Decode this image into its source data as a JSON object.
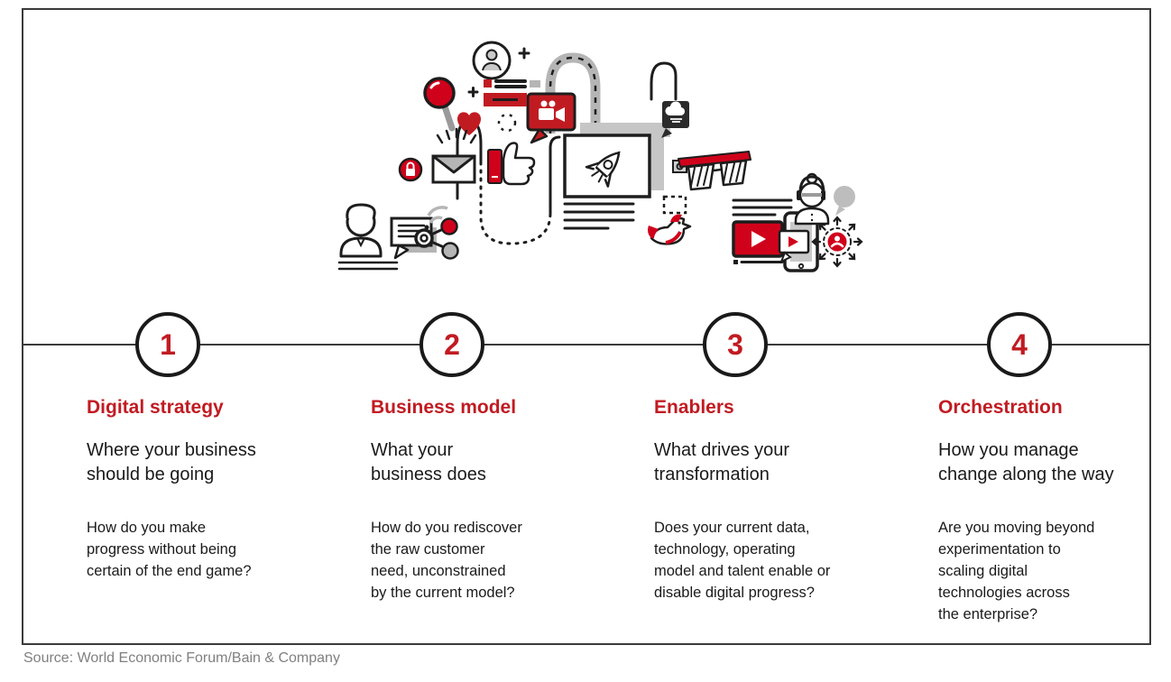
{
  "colors": {
    "accent_red": "#c11b22",
    "ink": "#1a1a1a",
    "frame_line": "#3a3a3a",
    "muted_gray": "#808080",
    "fill_gray": "#b5b5b5"
  },
  "steps": [
    {
      "number": "1",
      "title": "Digital strategy",
      "subtitle": "Where your business\nshould be going",
      "question": "How do you make\nprogress without being\ncertain of the end game?"
    },
    {
      "number": "2",
      "title": "Business model",
      "subtitle": "What your\nbusiness does",
      "question": "How do you rediscover\nthe raw customer\nneed, unconstrained\nby the current model?"
    },
    {
      "number": "3",
      "title": "Enablers",
      "subtitle": "What drives your\ntransformation",
      "question": "Does your current data,\ntechnology, operating\nmodel and talent enable or\ndisable digital progress?"
    },
    {
      "number": "4",
      "title": "Orchestration",
      "subtitle": "How you manage\nchange along the way",
      "question": "Are you moving beyond\nexperimentation to\nscaling digital\ntechnologies across\nthe enterprise?"
    }
  ],
  "source": "Source: World Economic Forum/Bain & Company",
  "illustration": {
    "icons": [
      "user-avatar-icon",
      "plus-icon",
      "news-feed-icon",
      "magnifier-icon",
      "heart-icon",
      "envelope-icon",
      "lock-badge-icon",
      "thumbs-up-icon",
      "video-chat-bubble-icon",
      "padlock-icon",
      "rocket-icon",
      "document-lines-icon",
      "person-chat-icon",
      "speech-bubble-icon",
      "wifi-icon",
      "share-network-icon",
      "cloud-message-icon",
      "smart-glasses-icon",
      "selection-box-icon",
      "bird-icon",
      "video-player-icon",
      "mobile-video-icon",
      "headphones-user-icon",
      "chat-bubble-icon",
      "broadcast-user-icon"
    ]
  }
}
